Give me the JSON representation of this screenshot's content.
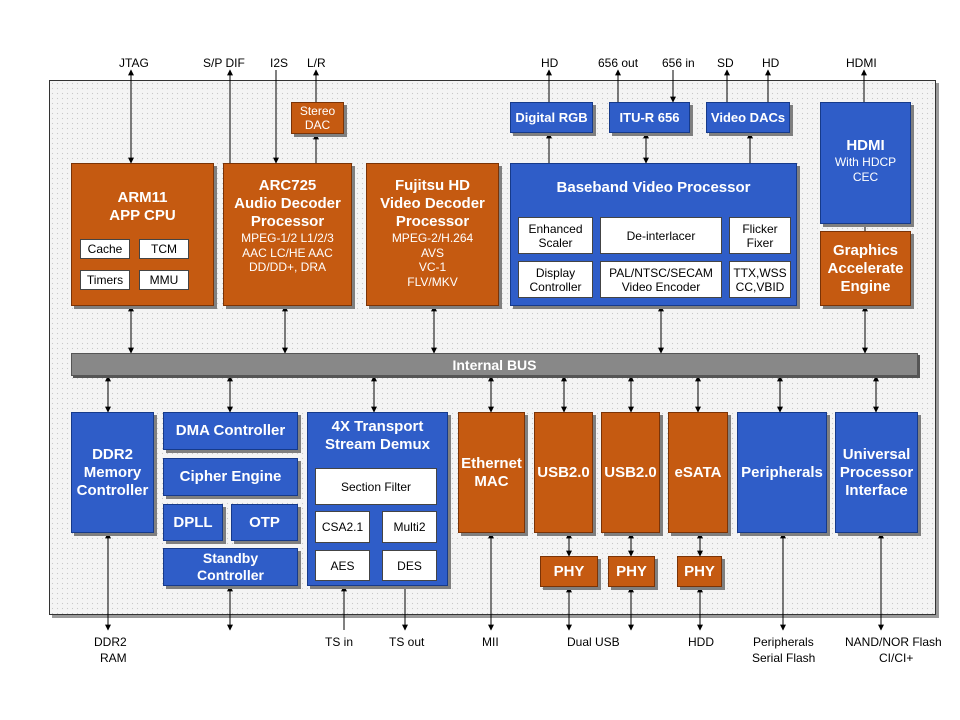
{
  "external_labels": {
    "jtag": "JTAG",
    "spdif": "S/P DIF",
    "i2s": "I2S",
    "lr": "L/R",
    "hd1": "HD",
    "out656": "656 out",
    "in656": "656 in",
    "sd": "SD",
    "hd2": "HD",
    "hdmi": "HDMI",
    "ddr2_ram_1": "DDR2",
    "ddr2_ram_2": "RAM",
    "ts_in": "TS in",
    "ts_out": "TS out",
    "mii": "MII",
    "dual_usb": "Dual USB",
    "hdd": "HDD",
    "periph_1": "Peripherals",
    "periph_2": "Serial Flash",
    "nand_1": "NAND/NOR Flash",
    "nand_2": "CI/CI+"
  },
  "blocks": {
    "stereo_dac": {
      "line1": "Stereo",
      "line2": "DAC"
    },
    "digital_rgb": "Digital RGB",
    "itu656": "ITU-R 656",
    "video_dacs": "Video DACs",
    "hdmi": {
      "title": "HDMI",
      "line1": "With HDCP",
      "line2": "CEC"
    },
    "arm11": {
      "line1": "ARM11",
      "line2": "APP CPU",
      "cache": "Cache",
      "tcm": "TCM",
      "timers": "Timers",
      "mmu": "MMU"
    },
    "arc725": {
      "line1": "ARC725",
      "line2": "Audio Decoder",
      "line3": "Processor",
      "d1": "MPEG-1/2 L1/2/3",
      "d2": "AAC LC/HE AAC",
      "d3": "DD/DD+, DRA"
    },
    "fujitsu": {
      "line1": "Fujitsu HD",
      "line2": "Video Decoder",
      "line3": "Processor",
      "d1": "MPEG-2/H.264",
      "d2": "AVS",
      "d3": "VC-1",
      "d4": "FLV/MKV"
    },
    "baseband": {
      "title": "Baseband Video Processor",
      "enh1": "Enhanced",
      "enh2": "Scaler",
      "deint": "De-interlacer",
      "flick1": "Flicker",
      "flick2": "Fixer",
      "disp1": "Display",
      "disp2": "Controller",
      "pal1": "PAL/NTSC/SECAM",
      "pal2": "Video Encoder",
      "ttx1": "TTX,WSS",
      "ttx2": "CC,VBID"
    },
    "graphics": {
      "line1": "Graphics",
      "line2": "Accelerate",
      "line3": "Engine"
    },
    "bus": "Internal BUS",
    "ddr2": {
      "line1": "DDR2",
      "line2": "Memory",
      "line3": "Controller"
    },
    "dma": "DMA Controller",
    "cipher": "Cipher Engine",
    "dpll": "DPLL",
    "otp": "OTP",
    "standby": {
      "line1": "Standby",
      "line2": "Controller"
    },
    "transport": {
      "line1": "4X Transport",
      "line2": "Stream Demux",
      "section": "Section Filter",
      "csa": "CSA2.1",
      "multi2": "Multi2",
      "aes": "AES",
      "des": "DES"
    },
    "ethernet": {
      "line1": "Ethernet",
      "line2": "MAC"
    },
    "usb1": "USB2.0",
    "usb2": "USB2.0",
    "esata": "eSATA",
    "peripherals": "Peripherals",
    "upi": {
      "line1": "Universal",
      "line2": "Processor",
      "line3": "Interface"
    },
    "phy1": "PHY",
    "phy2": "PHY",
    "phy3": "PHY"
  },
  "colors": {
    "orange": "#c55a11",
    "blue": "#2f5dc8",
    "bus": "#888888"
  }
}
